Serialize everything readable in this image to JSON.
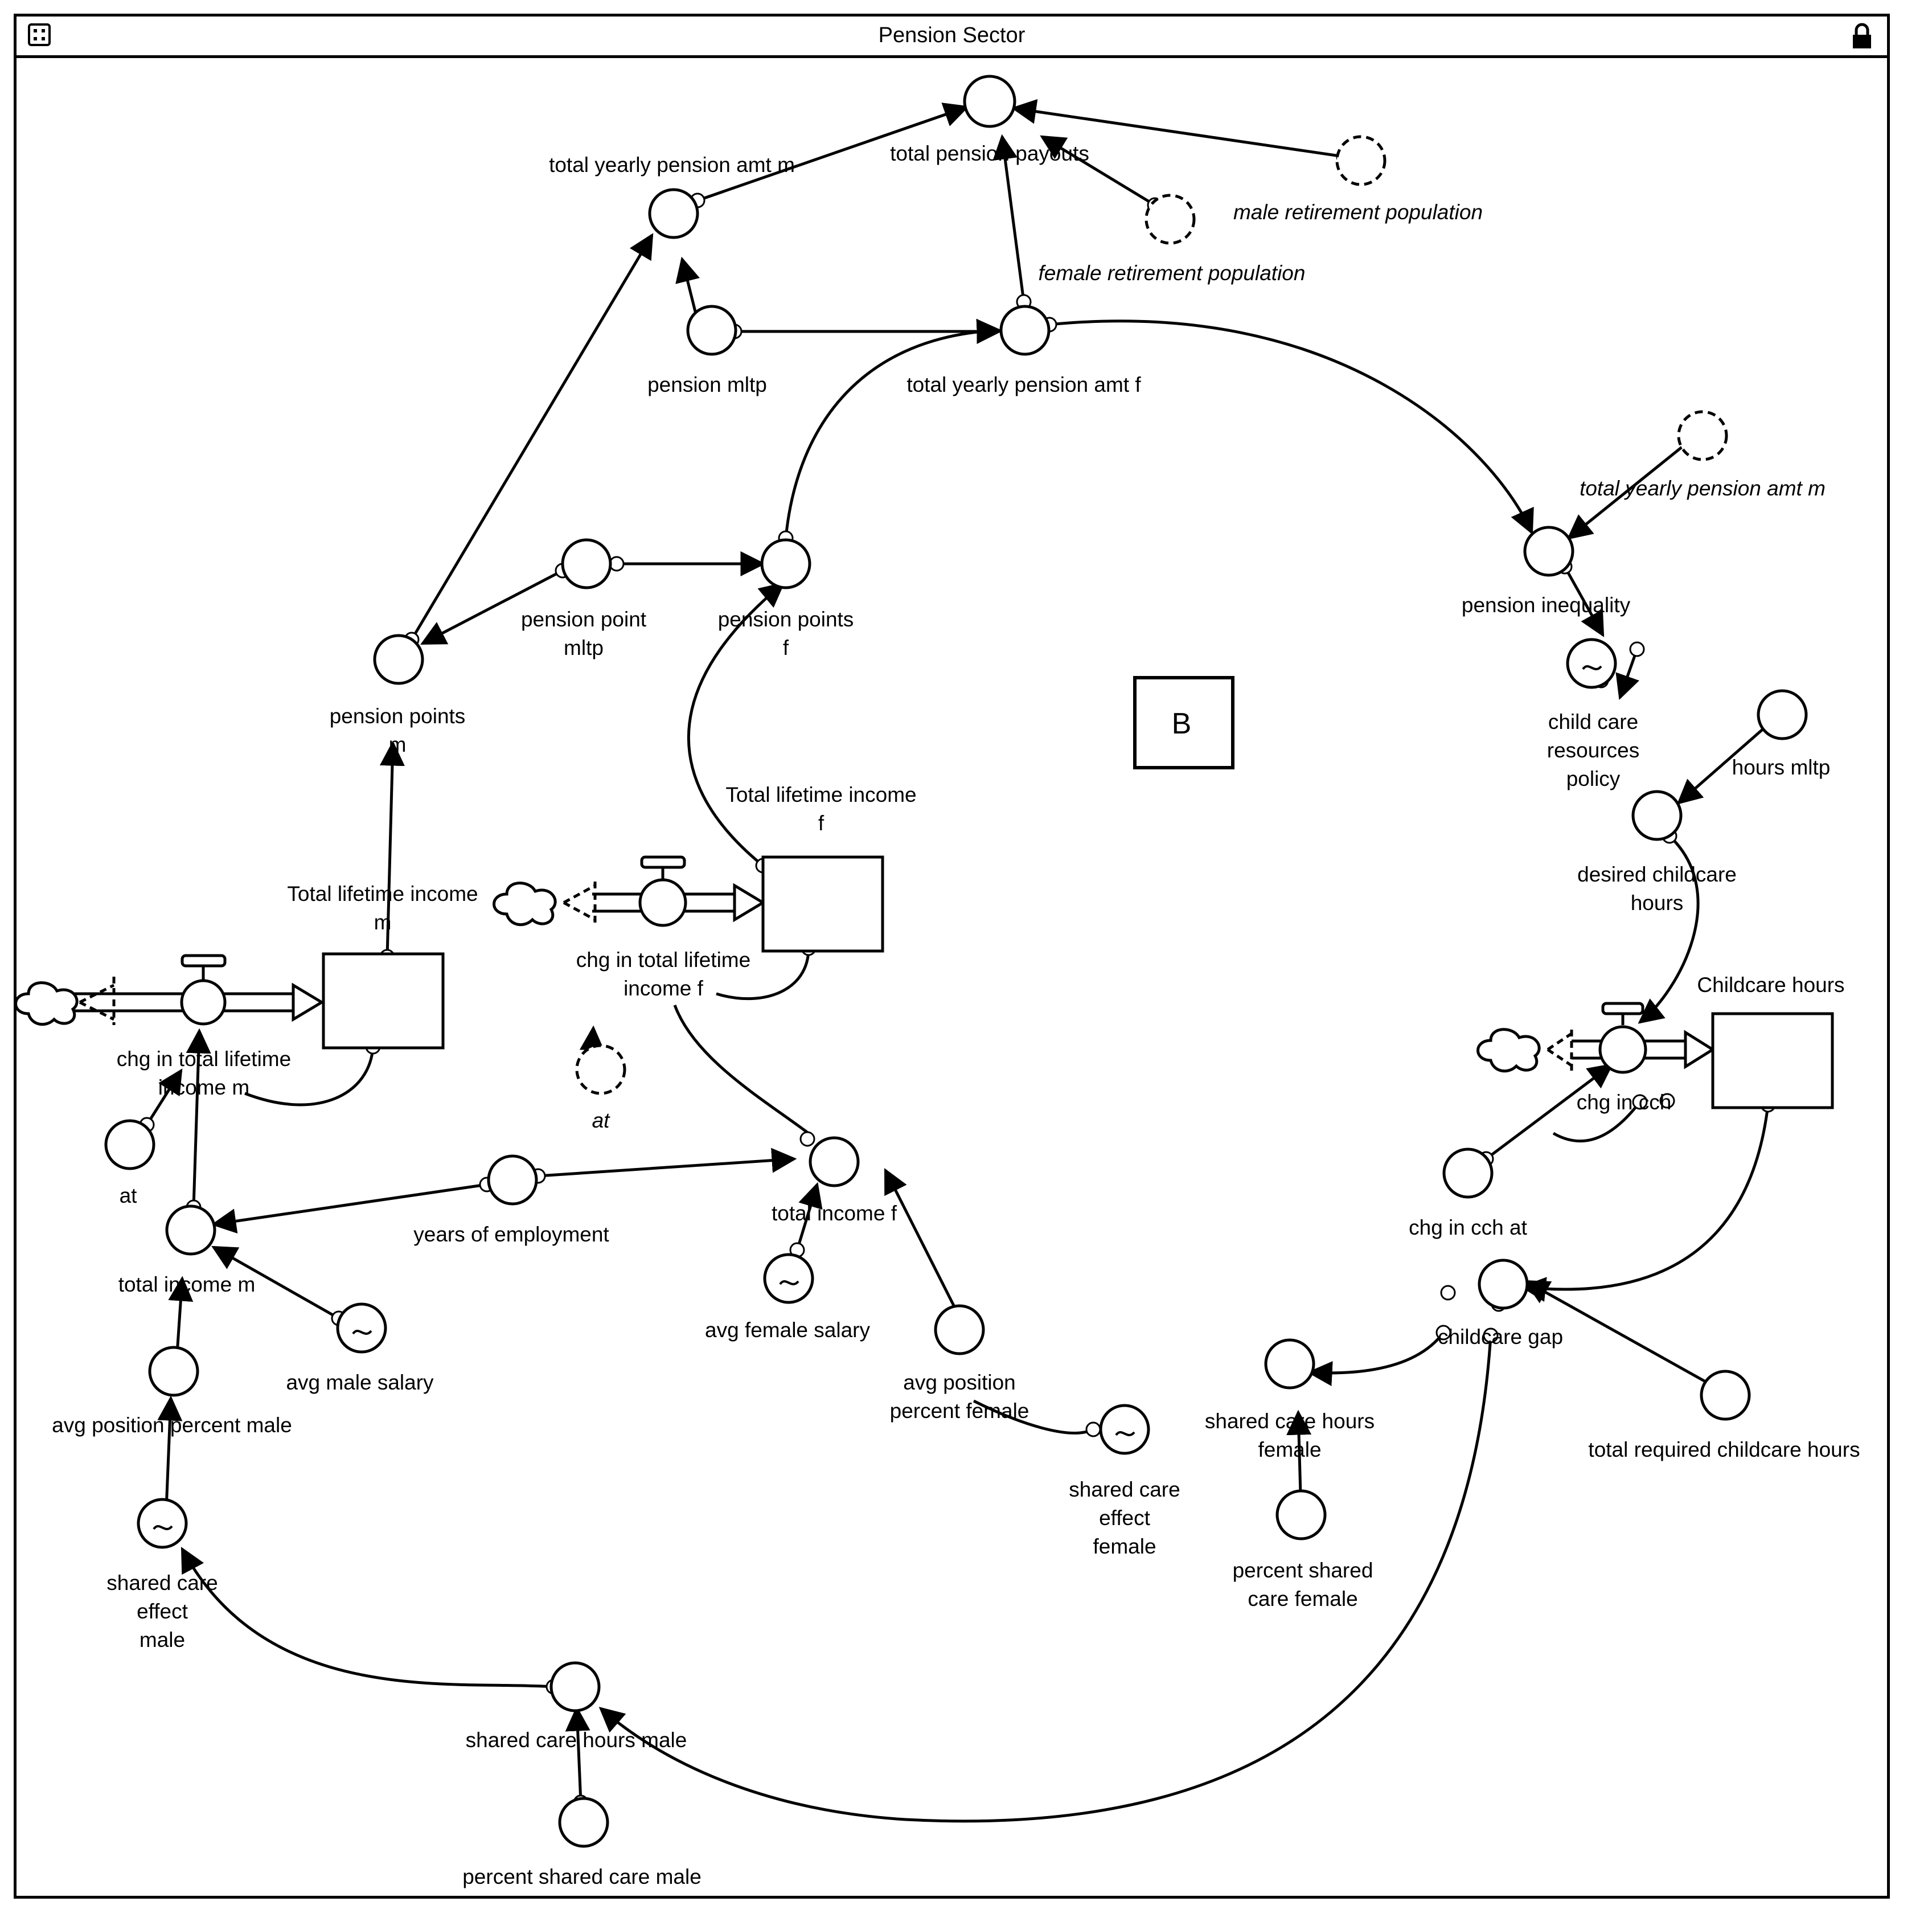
{
  "window": {
    "title": "Pension Sector"
  },
  "loop_marker": "B",
  "icons": {
    "menu": "menu-icon",
    "lock": "lock-icon"
  },
  "labels": {
    "total_pension_payouts": "total pension payouts",
    "total_yearly_pension_amt_m": "total yearly pension amt m",
    "male_retirement_population": "male retirement population",
    "female_retirement_population": "female retirement population",
    "pension_mltp": "pension mltp",
    "total_yearly_pension_amt_f": "total yearly pension amt f",
    "total_yearly_pension_amt_m_ghost": "total yearly pension amt m",
    "pension_inequality": "pension inequality",
    "child_care_resources_policy": [
      "child care",
      "resources",
      "policy"
    ],
    "hours_mltp": "hours mltp",
    "desired_childcare_hours": [
      "desired childcare",
      "hours"
    ],
    "childcare_hours": "Childcare hours",
    "chg_in_cch": "chg in cch",
    "chg_in_cch_at": "chg in cch at",
    "childcare_gap": "childcare gap",
    "total_required_childcare_hours": "total required childcare hours",
    "shared_care_hours_female": [
      "shared care hours",
      "female"
    ],
    "percent_shared_care_female": [
      "percent shared",
      "care female"
    ],
    "shared_care_effect_female": [
      "shared care",
      "effect",
      "female"
    ],
    "avg_position_percent_female": [
      "avg position",
      "percent female"
    ],
    "avg_female_salary": "avg female salary",
    "total_income_f": "total income f",
    "years_of_employment": "years of employment",
    "pension_point_mltp": [
      "pension point",
      "mltp"
    ],
    "pension_points_f": [
      "pension points",
      "f"
    ],
    "total_lifetime_income_f": [
      "Total lifetime income",
      "f"
    ],
    "chg_in_total_lifetime_income_f": [
      "chg in total lifetime",
      "income f"
    ],
    "at_ghost": "at",
    "pension_points_m": [
      "pension points",
      "m"
    ],
    "total_lifetime_income_m": [
      "Total lifetime income",
      "m"
    ],
    "chg_in_total_lifetime_income_m": [
      "chg in total lifetime",
      "income m"
    ],
    "at": "at",
    "total_income_m": "total income m",
    "avg_male_salary": "avg male salary",
    "avg_position_percent_male": "avg position percent male",
    "shared_care_effect_male": [
      "shared care",
      "effect",
      "male"
    ],
    "shared_care_hours_male": "shared care hours male",
    "percent_shared_care_male": "percent shared care male"
  }
}
